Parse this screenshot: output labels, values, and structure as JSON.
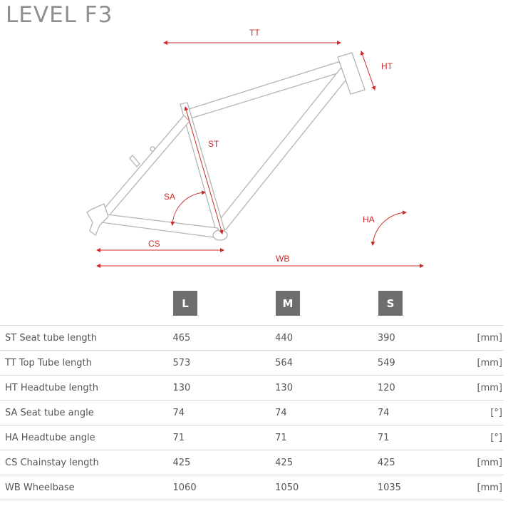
{
  "title": "LEVEL F3",
  "diagram": {
    "labels": {
      "tt": "TT",
      "ht": "HT",
      "st": "ST",
      "sa": "SA",
      "ha": "HA",
      "cs": "CS",
      "wb": "WB"
    },
    "accent_color": "#cc2b2b"
  },
  "sizes": [
    "L",
    "M",
    "S"
  ],
  "rows": [
    {
      "name": "ST Seat tube length",
      "l": "465",
      "m": "440",
      "s": "390",
      "unit": "[mm]"
    },
    {
      "name": "TT Top Tube length",
      "l": "573",
      "m": "564",
      "s": "549",
      "unit": "[mm]"
    },
    {
      "name": "HT Headtube length",
      "l": "130",
      "m": "130",
      "s": "120",
      "unit": "[mm]"
    },
    {
      "name": "SA Seat tube angle",
      "l": "74",
      "m": "74",
      "s": "74",
      "unit": "[°]"
    },
    {
      "name": "HA Headtube angle",
      "l": "71",
      "m": "71",
      "s": "71",
      "unit": "[°]"
    },
    {
      "name": "CS Chainstay length",
      "l": "425",
      "m": "425",
      "s": "425",
      "unit": "[mm]"
    },
    {
      "name": "WB Wheelbase",
      "l": "1060",
      "m": "1050",
      "s": "1035",
      "unit": "[mm]"
    }
  ]
}
